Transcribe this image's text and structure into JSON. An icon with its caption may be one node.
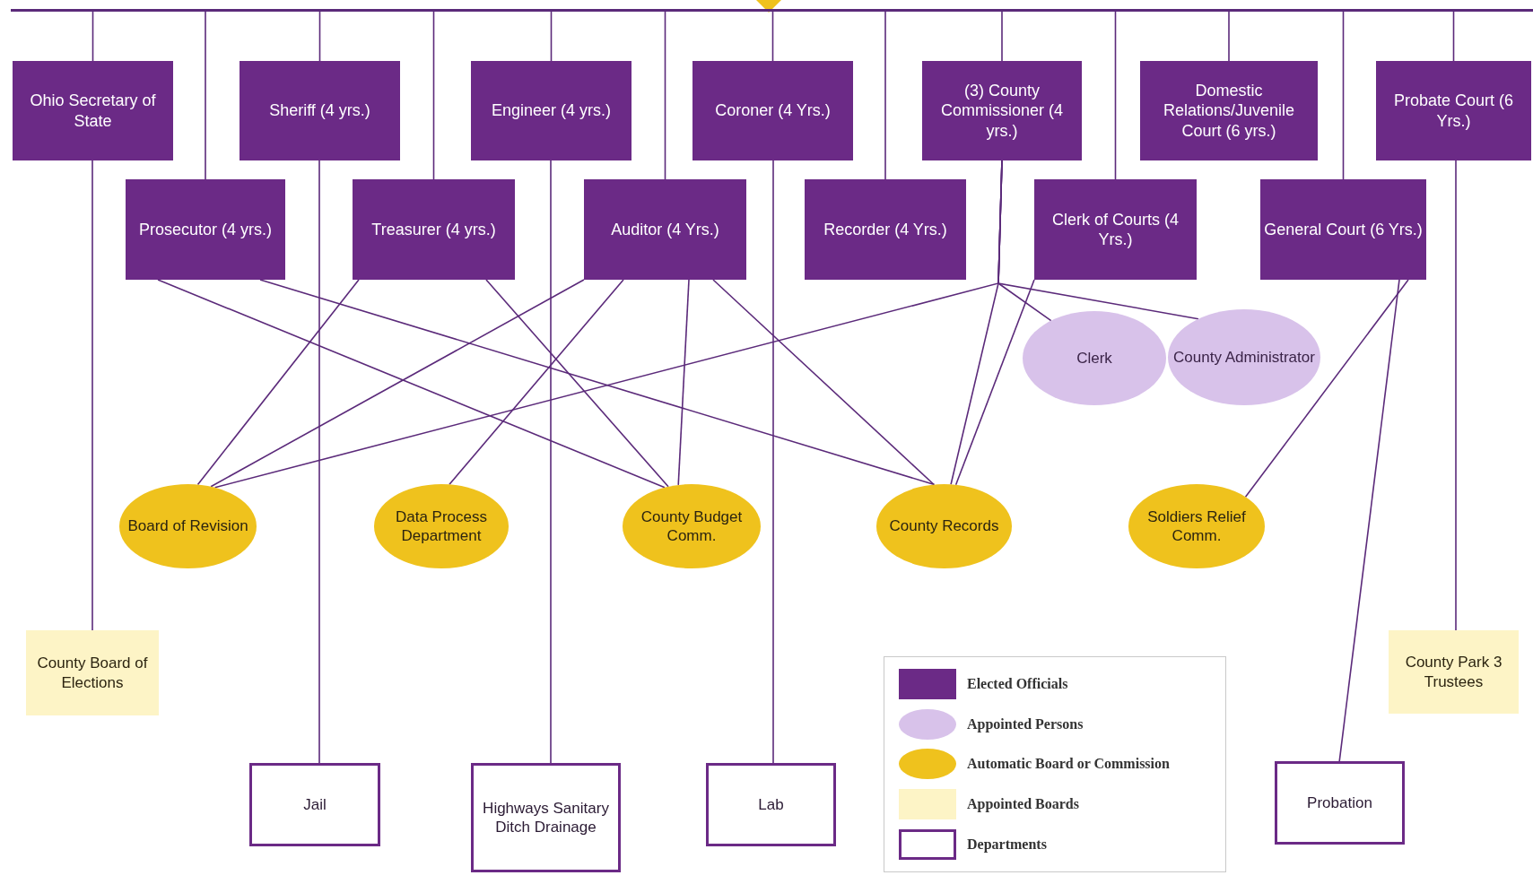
{
  "diagram": {
    "nodes": [
      {
        "text": [],
        "shape": "diamond"
      },
      {
        "text": [],
        "shape": "bar"
      },
      {
        "text": [
          "Ohio Secretary of State"
        ]
      },
      {
        "text": [
          "Sheriff (4 yrs.)"
        ]
      },
      {
        "text": [
          "Engineer (4 yrs.)"
        ]
      },
      {
        "text": [
          "Coroner (4 Yrs.)"
        ]
      },
      {
        "text": [
          "(3) County Commissioner (4 yrs.)"
        ]
      },
      {
        "text": [
          "Domestic Relations/Juvenile Court (6 yrs.)"
        ]
      },
      {
        "text": [
          "Probate Court (6 Yrs.)"
        ]
      },
      {
        "text": [
          "Prosecutor (4 yrs.)"
        ]
      },
      {
        "text": [
          "Treasurer (4 yrs.)"
        ]
      },
      {
        "text": [
          "Auditor (4 Yrs.)"
        ]
      },
      {
        "text": [
          "Recorder (4 Yrs.)"
        ]
      },
      {
        "text": [
          "Clerk of Courts (4 Yrs.)"
        ]
      },
      {
        "text": [
          "General Court (6 Yrs.)"
        ]
      },
      {
        "text": [
          "Clerk"
        ]
      },
      {
        "text": [
          "County Administrator"
        ]
      },
      {
        "text": [
          "Board of Revision"
        ]
      },
      {
        "text": [
          "Data Process Department"
        ]
      },
      {
        "text": [
          "County Budget Comm."
        ]
      },
      {
        "text": [
          "County Records"
        ]
      },
      {
        "text": [
          "Soldiers Relief Comm."
        ]
      },
      {
        "text": [
          "County Board of Elections"
        ]
      },
      {
        "text": [
          "County Park 3 Trustees"
        ]
      },
      {
        "text": [
          "Jail"
        ]
      },
      {
        "text": [
          "Highways Sanitary Ditch Drainage"
        ]
      },
      {
        "text": [
          "Lab"
        ]
      },
      {
        "text": [
          "Probation"
        ]
      }
    ],
    "edges": [
      {
        "from": 1,
        "to": 2,
        "arrow": "none"
      },
      {
        "from": 1,
        "to": 3,
        "arrow": "none"
      },
      {
        "from": 1,
        "to": 4,
        "arrow": "none"
      },
      {
        "from": 1,
        "to": 5,
        "arrow": "none"
      },
      {
        "from": 1,
        "to": 6,
        "arrow": "none"
      },
      {
        "from": 1,
        "to": 7,
        "arrow": "none"
      },
      {
        "from": 1,
        "to": 8,
        "arrow": "none"
      },
      {
        "from": 1,
        "to": 9,
        "arrow": "none"
      },
      {
        "from": 1,
        "to": 10,
        "arrow": "none"
      },
      {
        "from": 1,
        "to": 11,
        "arrow": "none"
      },
      {
        "from": 1,
        "to": 12,
        "arrow": "none"
      },
      {
        "from": 1,
        "to": 13,
        "arrow": "none"
      },
      {
        "from": 1,
        "to": 14,
        "arrow": "none"
      },
      {
        "from": 2,
        "to": 22,
        "arrow": "none"
      },
      {
        "from": 3,
        "to": 24,
        "arrow": "none"
      },
      {
        "from": 4,
        "to": 25,
        "arrow": "none"
      },
      {
        "from": 5,
        "to": 26,
        "arrow": "none"
      },
      {
        "from": 8,
        "to": 23,
        "arrow": "none"
      },
      {
        "from": 9,
        "to": 19,
        "arrow": "none"
      },
      {
        "from": 9,
        "to": 20,
        "arrow": "none"
      },
      {
        "from": 10,
        "to": 17,
        "arrow": "none"
      },
      {
        "from": 10,
        "to": 19,
        "arrow": "none"
      },
      {
        "from": 11,
        "to": 17,
        "arrow": "none"
      },
      {
        "from": 11,
        "to": 18,
        "arrow": "none"
      },
      {
        "from": 11,
        "to": 19,
        "arrow": "none"
      },
      {
        "from": 11,
        "to": 20,
        "arrow": "none"
      },
      {
        "from": 6,
        "to": 17,
        "arrow": "none"
      },
      {
        "from": 6,
        "to": 20,
        "arrow": "none"
      },
      {
        "from": 6,
        "to": 15,
        "arrow": "none"
      },
      {
        "from": 6,
        "to": 16,
        "arrow": "none"
      },
      {
        "from": 13,
        "to": 20,
        "arrow": "none"
      },
      {
        "from": 14,
        "to": 21,
        "arrow": "none"
      },
      {
        "from": 14,
        "to": 27,
        "arrow": "none"
      }
    ],
    "legend": [
      {
        "text": "Elected Officials",
        "color": "#6b2a86"
      },
      {
        "text": "Appointed Persons",
        "color": "#d8c2ea"
      },
      {
        "text": "Automatic Board or Commission",
        "color": "#efc21d"
      },
      {
        "text": "Appointed Boards",
        "color": "#fdf4c6"
      },
      {
        "text": "Departments"
      }
    ]
  }
}
